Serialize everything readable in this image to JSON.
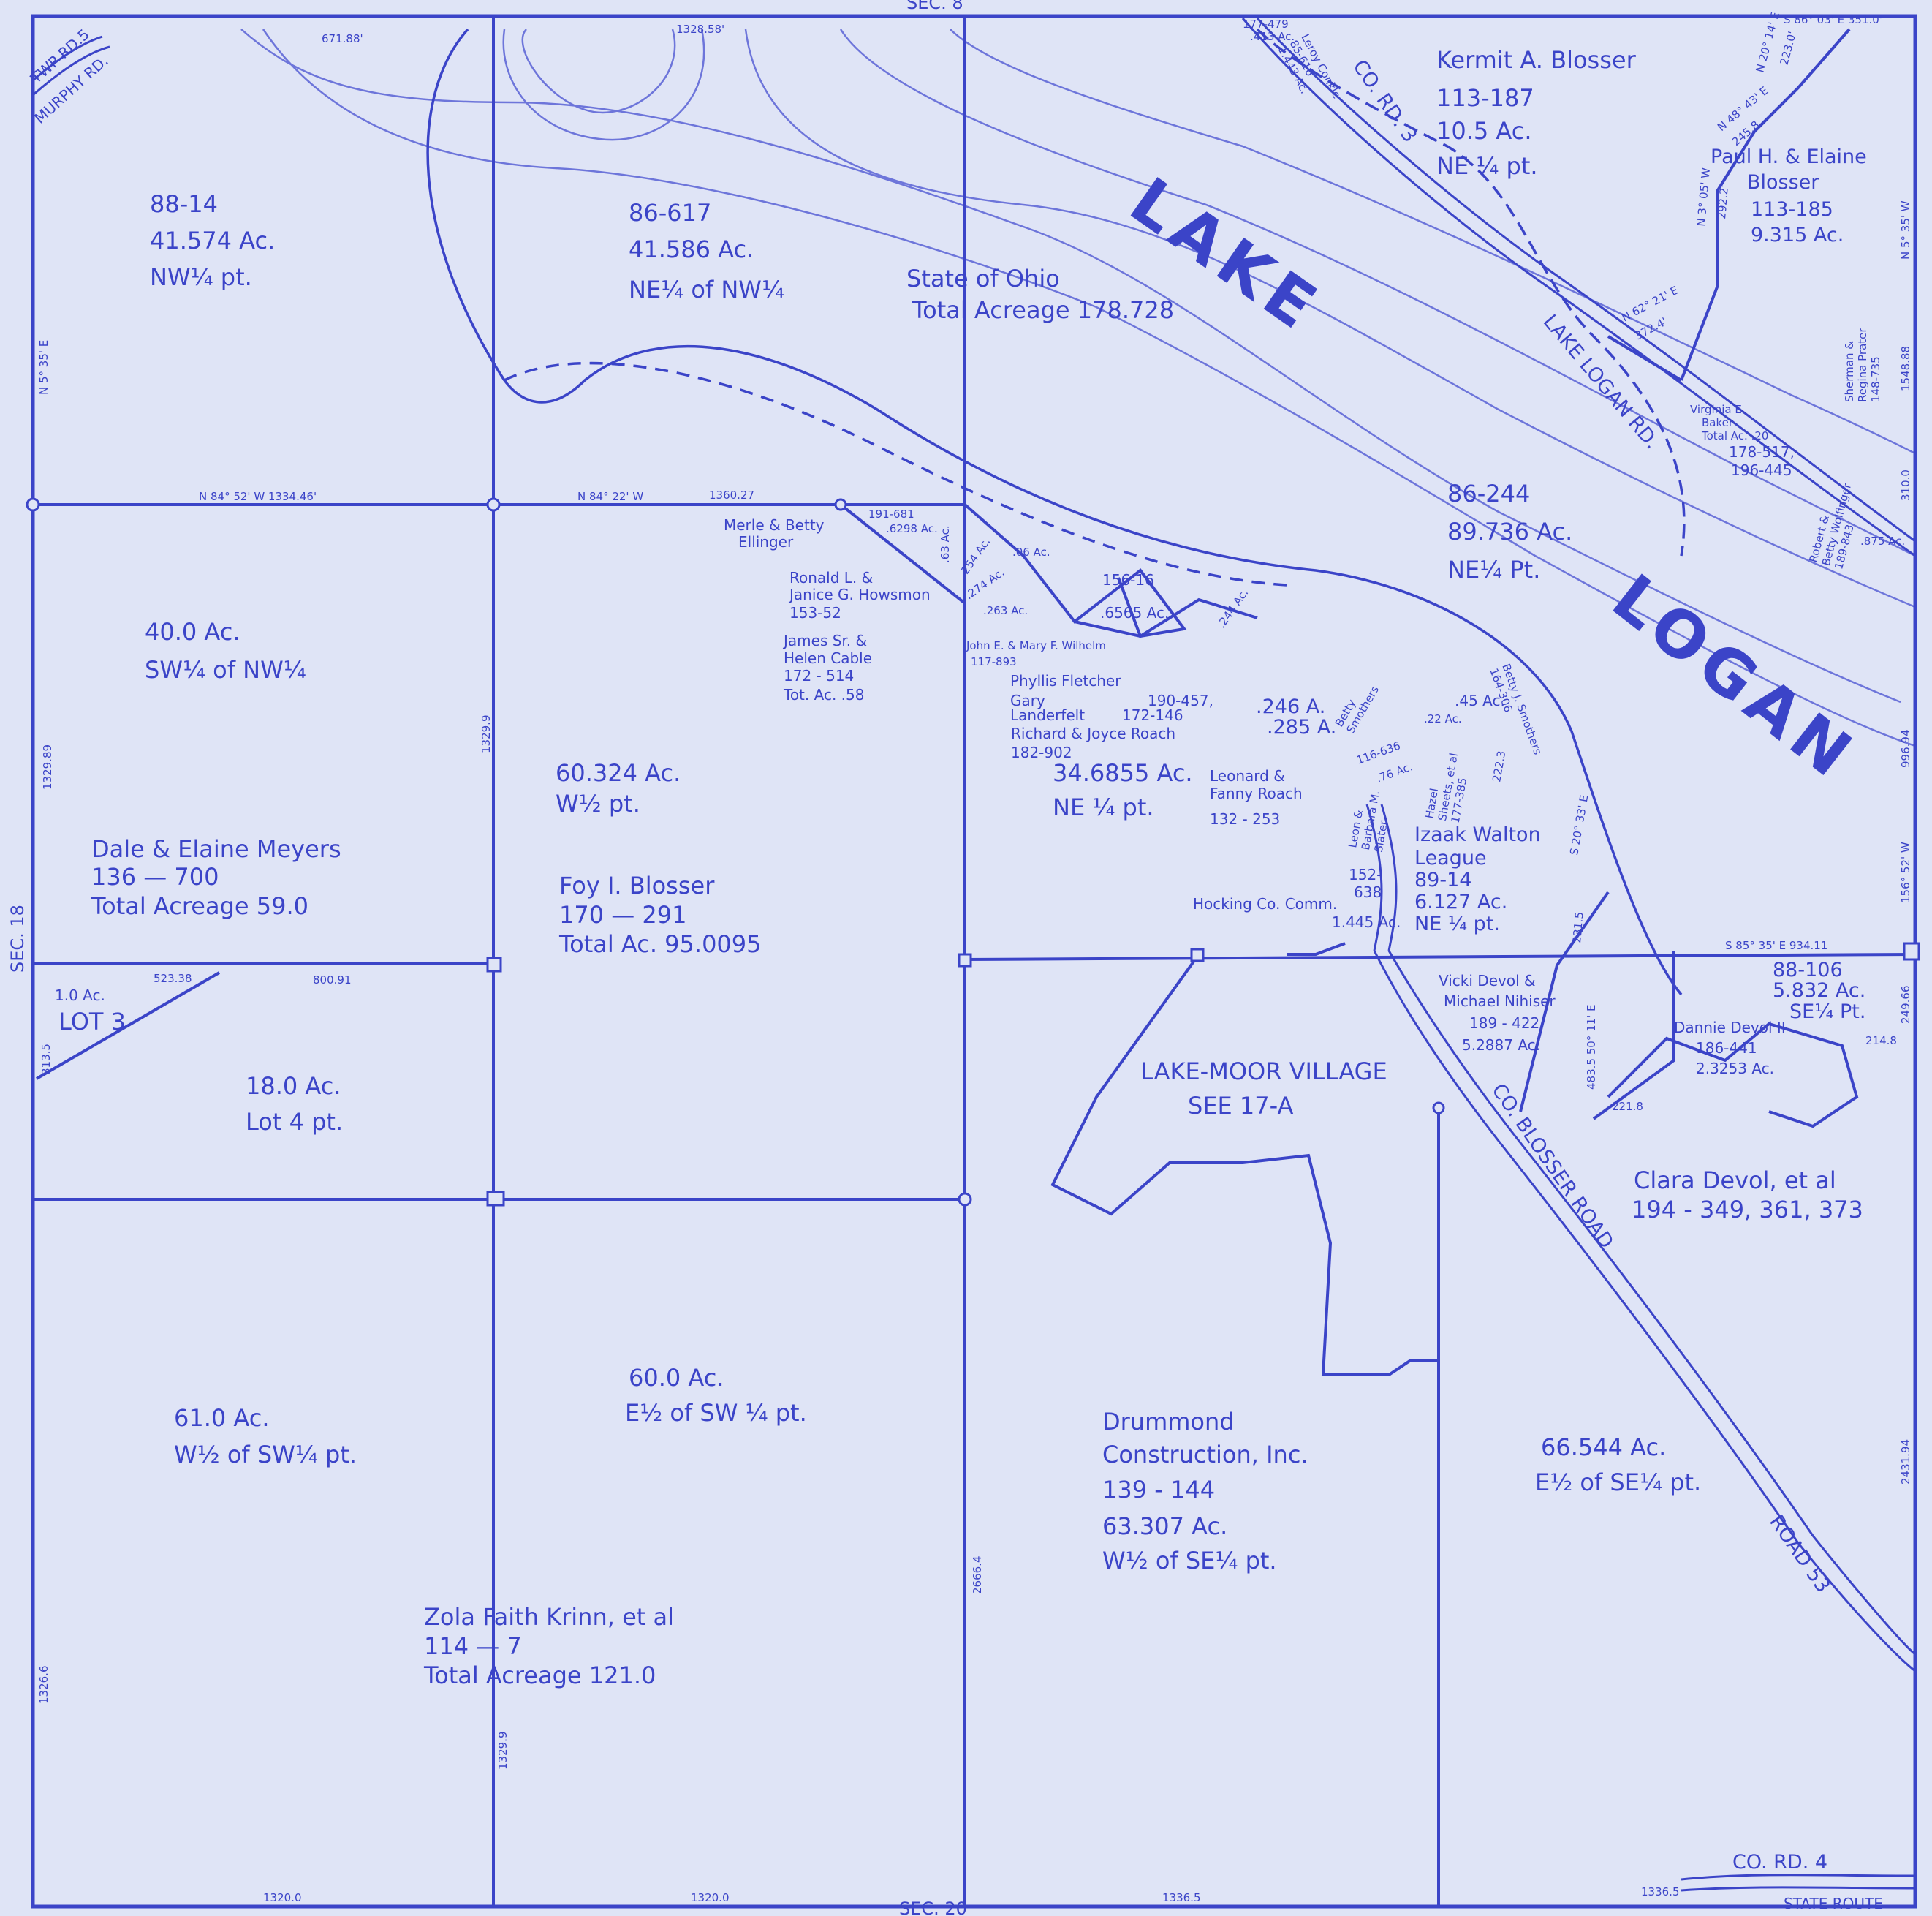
{
  "colors": {
    "paper": "#dfe4f6",
    "ink": "#3b44c8",
    "contour": "#5a62d6"
  },
  "map": {
    "section_top": "SEC. 8",
    "section_left": "SEC. 18",
    "section_bottom": "SEC. 20",
    "murphy_road": "MURPHY RD.",
    "twp_rd": "TWP RD.5",
    "co_rd_3": "CO. RD. 3",
    "lake_logan_rd": "LAKE LOGAN RD.",
    "lake_word": "LAKE",
    "logan_word": "LOGAN",
    "blosser_road": "CO. BLOSSER ROAD",
    "road_53": "ROAD 53",
    "co_rd_4": "CO. RD. 4",
    "state_route": "STATE ROUTE"
  },
  "parcels": {
    "p88_14": {
      "l1": "88-14",
      "l2": "41.574 Ac.",
      "l3": "NW¼ pt."
    },
    "p86_617": {
      "l1": "86-617",
      "l2": "41.586 Ac.",
      "l3": "NE¼ of NW¼"
    },
    "ohio": {
      "l1": "State of Ohio",
      "l2": "Total Acreage 178.728"
    },
    "kermit": {
      "l1": "Kermit A. Blosser",
      "l2": "113-187",
      "l3": "10.5 Ac.",
      "l4": "NE ¼ pt."
    },
    "paul": {
      "l1": "Paul H. & Elaine",
      "l2": "Blosser",
      "l3": "113-185",
      "l4": "9.315 Ac."
    },
    "p86_244": {
      "l1": "86-244",
      "l2": "89.736 Ac.",
      "l3": "NE¼ Pt."
    },
    "p40": {
      "l1": "40.0 Ac.",
      "l2": "SW¼ of NW¼"
    },
    "p60_324": {
      "l1": "60.324 Ac.",
      "l2": "W½ pt."
    },
    "meyers": {
      "l1": "Dale & Elaine Meyers",
      "l2": "136 — 700",
      "l3": "Total Acreage 59.0"
    },
    "foy": {
      "l1": "Foy I. Blosser",
      "l2": "170 — 291",
      "l3": "Total Ac. 95.0095"
    },
    "p34": {
      "l1": "34.6855 Ac.",
      "l2": "NE ¼ pt."
    },
    "izaak": {
      "l1": "Izaak Walton",
      "l2": "League",
      "l3": "89-14",
      "l4": "6.127 Ac.",
      "l5": "NE ¼ pt."
    },
    "lot3": {
      "l1": "1.0 Ac.",
      "l2": "LOT 3"
    },
    "lot4": {
      "l1": "18.0 Ac.",
      "l2": "Lot 4 pt."
    },
    "lakemoor": {
      "l1": "LAKE-MOOR VILLAGE",
      "l2": "SEE 17-A"
    },
    "vicki": {
      "l1": "Vicki Devol &",
      "l2": "Michael Nihiser",
      "l3": "189 - 422",
      "l4": "5.2887 Ac."
    },
    "p88_106": {
      "l1": "88-106",
      "l2": "5.832 Ac.",
      "l3": "SE¼ Pt."
    },
    "dannie": {
      "l1": "Dannie Devol II",
      "l2": "186-441",
      "l3": "2.3253 Ac."
    },
    "clara": {
      "l1": "Clara Devol, et al",
      "l2": "194 - 349, 361, 373"
    },
    "p61": {
      "l1": "61.0 Ac.",
      "l2": "W½ of SW¼ pt."
    },
    "p60": {
      "l1": "60.0 Ac.",
      "l2": "E½ of SW ¼ pt."
    },
    "drummond": {
      "l1": "Drummond",
      "l2": "Construction, Inc.",
      "l3": "139 - 144",
      "l4": "63.307 Ac.",
      "l5": "W½ of SE¼ pt."
    },
    "p66": {
      "l1": "66.544 Ac.",
      "l2": "E½ of SE¼ pt."
    },
    "zola": {
      "l1": "Zola Faith Krinn, et al",
      "l2": "114 — 7",
      "l3": "Total Acreage 121.0"
    }
  },
  "small_owners": {
    "merle": {
      "l1": "Merle & Betty",
      "l2": "Ellinger"
    },
    "howsmon": {
      "l1": "Ronald L. &",
      "l2": "Janice G. Howsmon",
      "l3": "153-52"
    },
    "cable": {
      "l1": "James Sr. &",
      "l2": "Helen Cable",
      "l3": "172 - 514",
      "l4": "Tot. Ac. .58"
    },
    "wilhelm": {
      "l1": "John E. & Mary F. Wilhelm",
      "l2": "117-893"
    },
    "fletcher": "Phyllis Fletcher",
    "landerfelt": {
      "l1": "Gary",
      "l2": "Landerfelt",
      "l3": "190-457,",
      "l4": "172-146"
    },
    "roach_rj": {
      "l1": "Richard & Joyce Roach",
      "l2": "182-902"
    },
    "roach_lf": {
      "l1": "Leonard &",
      "l2": "Fanny Roach",
      "l3": "132 - 253"
    },
    "hocking": "Hocking Co. Comm.",
    "p152": {
      "l1": "152-",
      "l2": "638",
      "l3": "1.445 Ac."
    },
    "conkle": {
      "l1": "Leroy Conkle",
      "l2": "85-616",
      "l3": "1.443 Ac."
    },
    "baker": {
      "l1": "Virginia E.",
      "l2": "Baker",
      "l3": "Total Ac. .20",
      "l4": "178-517,",
      "l5": "196-445"
    },
    "prater": {
      "l1": "Sherman &",
      "l2": "Regina Prater",
      "l3": "148-735"
    },
    "wolfinger": {
      "l1": "Robert &",
      "l2": "Betty Wolfinger",
      "l3": "189-843"
    },
    "smothers": {
      "l1": "Betty",
      "l2": "Smothers"
    },
    "slater": {
      "l1": "Leon &",
      "l2": "Barbara M.",
      "l3": "Slater"
    },
    "sheets": {
      "l1": "Hazel",
      "l2": "Sheets, et al",
      "l3": "177-385"
    },
    "betty_smothers2": {
      "l1": "Betty J. Smothers",
      "l2": "164-306"
    }
  },
  "small_areas": {
    "a6298": ".6298 Ac.",
    "a191": "191-681",
    "a63": ".63 Ac.",
    "a254": ".254 Ac.",
    "a06": ".06 Ac.",
    "a274": ".274 Ac.",
    "a263": ".263 Ac.",
    "a156": "156-16",
    "a6565": ".6565 Ac.",
    "a244": ".244 Ac.",
    "a246": ".246 A.",
    "a285": ".285 A.",
    "a116": "116-636",
    "a76": ".76 Ac.",
    "a22": ".22 Ac.",
    "a45": ".45 Ac.",
    "a479": "177-479",
    "a413": ".413 Ac.",
    "a875": ".875 Ac."
  },
  "measurements": {
    "m671": "671.88'",
    "m1328": "1328.58'",
    "n84_52": "N 84° 52' W 1334.46'",
    "n84_22": "N 84° 22' W",
    "m1360": "1360.27",
    "m1329_89": "1329.89",
    "m1329_9": "1329.9",
    "m1329_9b": "1329.9",
    "m1326": "1326.6",
    "n5_35": "N 5° 35' E",
    "m523": "523.38",
    "m800": "800.91",
    "m313": "313.5",
    "m2666": "2666.4",
    "m1320a": "1320.0",
    "m1320b": "1320.0",
    "m1336a": "1336.5",
    "m1336b": "1336.5",
    "s86": "S 86° 03' E 351.0'",
    "n20": "N 20° 14' E",
    "m223": "223.0'",
    "n48": "N 48° 43' E",
    "m245": "245.8",
    "n3": "N 3° 05' W",
    "m292": "292.2'",
    "n62": "N 62° 21' E",
    "m372": "372.4'",
    "n5_35w": "N 5° 35' W",
    "m1548": "1548.88",
    "m310": "310.0",
    "m996": "996.94",
    "m156": "156° 52' W",
    "s85": "S 85° 35' E 934.11",
    "m249": "249.66",
    "m214": "214.8",
    "m221": "221.8",
    "m231": "231.5",
    "s20": "S 20° 33' E",
    "m222": "222.3",
    "n50": "483.5 50° 11' E",
    "m2431": "2431.94"
  }
}
